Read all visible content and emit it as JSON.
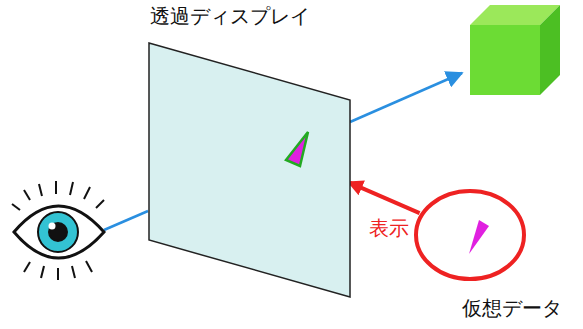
{
  "diagram": {
    "nodes": [
      {
        "text": [
          "透過ディスプレイ"
        ]
      },
      {
        "text": [
          "仮想データ"
        ]
      }
    ],
    "edges": [
      {
        "from": 1,
        "to": 0,
        "label": "表示",
        "arrow": "to"
      }
    ]
  }
}
